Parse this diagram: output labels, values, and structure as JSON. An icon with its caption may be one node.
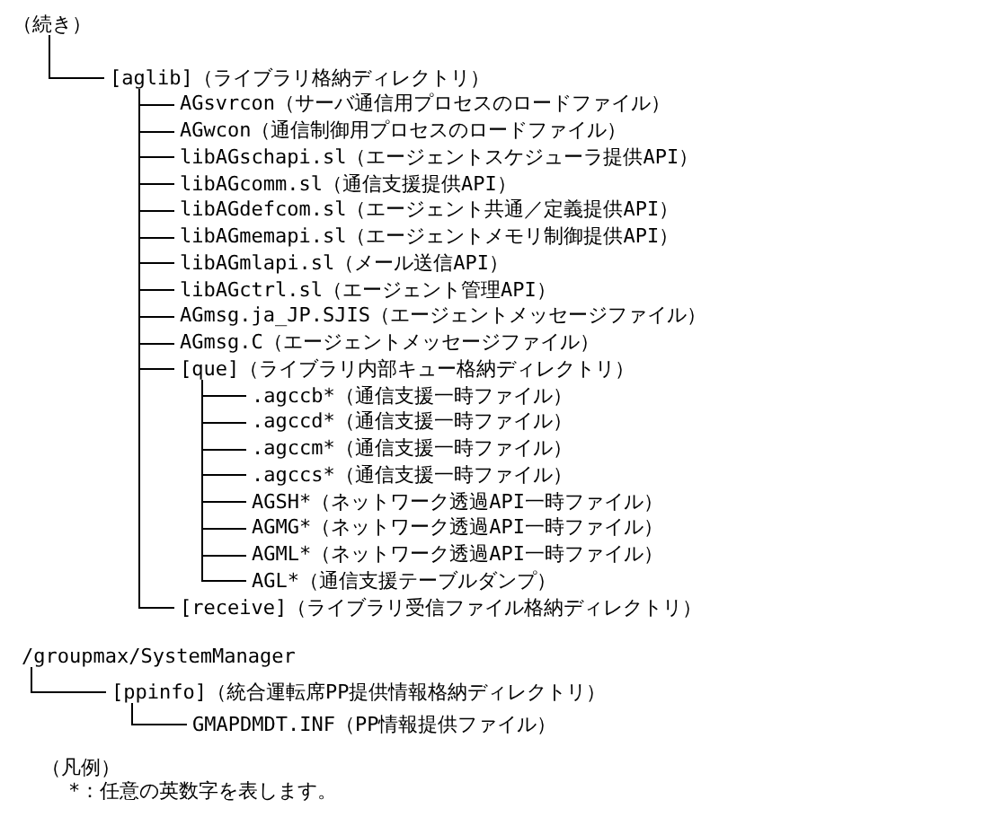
{
  "diagram": {
    "nodes": [
      {
        "text": [
          "（続き）"
        ]
      },
      {
        "text": [
          "[aglib]（ライブラリ格納ディレクトリ）"
        ]
      },
      {
        "text": [
          "AGsvrcon（サーバ通信用プロセスのロードファイル）"
        ]
      },
      {
        "text": [
          "AGwcon（通信制御用プロセスのロードファイル）"
        ]
      },
      {
        "text": [
          "libAGschapi.sl（エージェントスケジューラ提供API）"
        ]
      },
      {
        "text": [
          "libAGcomm.sl（通信支援提供API）"
        ]
      },
      {
        "text": [
          "libAGdefcom.sl（エージェント共通／定義提供API）"
        ]
      },
      {
        "text": [
          "libAGmemapi.sl（エージェントメモリ制御提供API）"
        ]
      },
      {
        "text": [
          "libAGmlapi.sl（メール送信API）"
        ]
      },
      {
        "text": [
          "libAGctrl.sl（エージェント管理API）"
        ]
      },
      {
        "text": [
          "AGmsg.ja_JP.SJIS（エージェントメッセージファイル）"
        ]
      },
      {
        "text": [
          "AGmsg.C（エージェントメッセージファイル）"
        ]
      },
      {
        "text": [
          "[que]（ライブラリ内部キュー格納ディレクトリ）"
        ]
      },
      {
        "text": [
          ".agccb*（通信支援一時ファイル）"
        ]
      },
      {
        "text": [
          ".agccd*（通信支援一時ファイル）"
        ]
      },
      {
        "text": [
          ".agccm*（通信支援一時ファイル）"
        ]
      },
      {
        "text": [
          ".agccs*（通信支援一時ファイル）"
        ]
      },
      {
        "text": [
          "AGSH*（ネットワーク透過API一時ファイル）"
        ]
      },
      {
        "text": [
          "AGMG*（ネットワーク透過API一時ファイル）"
        ]
      },
      {
        "text": [
          "AGML*（ネットワーク透過API一時ファイル）"
        ]
      },
      {
        "text": [
          "AGL*（通信支援テーブルダンプ）"
        ]
      },
      {
        "text": [
          "[receive]（ライブラリ受信ファイル格納ディレクトリ）"
        ]
      },
      {
        "text": [
          "/groupmax/SystemManager"
        ]
      },
      {
        "text": [
          "[ppinfo]（統合運転席PP提供情報格納ディレクトリ）"
        ]
      },
      {
        "text": [
          "GMAPDMDT.INF（PP情報提供ファイル）"
        ]
      }
    ],
    "edges": [
      {
        "from": 0,
        "to": 1,
        "arrow": "none"
      },
      {
        "from": 1,
        "to": 2,
        "arrow": "none"
      },
      {
        "from": 1,
        "to": 3,
        "arrow": "none"
      },
      {
        "from": 1,
        "to": 4,
        "arrow": "none"
      },
      {
        "from": 1,
        "to": 5,
        "arrow": "none"
      },
      {
        "from": 1,
        "to": 6,
        "arrow": "none"
      },
      {
        "from": 1,
        "to": 7,
        "arrow": "none"
      },
      {
        "from": 1,
        "to": 8,
        "arrow": "none"
      },
      {
        "from": 1,
        "to": 9,
        "arrow": "none"
      },
      {
        "from": 1,
        "to": 10,
        "arrow": "none"
      },
      {
        "from": 1,
        "to": 11,
        "arrow": "none"
      },
      {
        "from": 1,
        "to": 12,
        "arrow": "none"
      },
      {
        "from": 12,
        "to": 13,
        "arrow": "none"
      },
      {
        "from": 12,
        "to": 14,
        "arrow": "none"
      },
      {
        "from": 12,
        "to": 15,
        "arrow": "none"
      },
      {
        "from": 12,
        "to": 16,
        "arrow": "none"
      },
      {
        "from": 12,
        "to": 17,
        "arrow": "none"
      },
      {
        "from": 12,
        "to": 18,
        "arrow": "none"
      },
      {
        "from": 12,
        "to": 19,
        "arrow": "none"
      },
      {
        "from": 12,
        "to": 20,
        "arrow": "none"
      },
      {
        "from": 1,
        "to": 21,
        "arrow": "none"
      },
      {
        "from": 22,
        "to": 23,
        "arrow": "none"
      },
      {
        "from": 23,
        "to": 24,
        "arrow": "none"
      }
    ],
    "labels": [
      "（凡例）",
      "*：任意の英数字を表します。"
    ]
  }
}
